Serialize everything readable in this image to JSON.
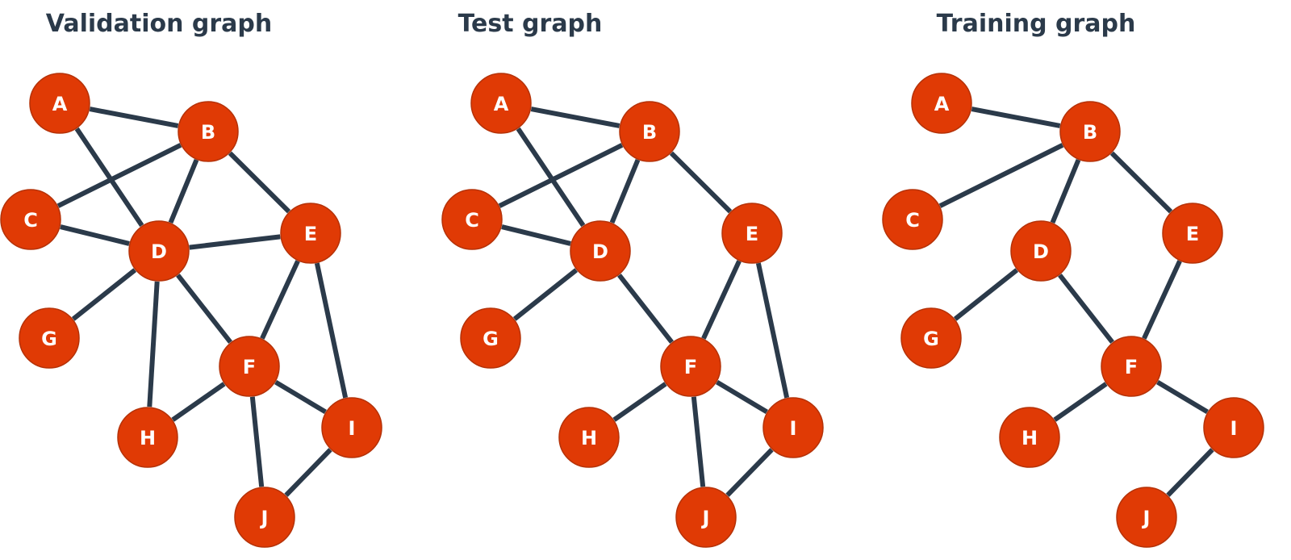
{
  "colors": {
    "node_fill": "#e03a05",
    "node_stroke": "#b53208",
    "edge": "#2b3a4a",
    "title": "#2b3a4a",
    "label": "#ffffff"
  },
  "graphs": [
    {
      "title": "Validation graph",
      "nodes": [
        "A",
        "B",
        "C",
        "D",
        "E",
        "F",
        "G",
        "H",
        "I",
        "J"
      ],
      "edges": [
        [
          "A",
          "B"
        ],
        [
          "A",
          "D"
        ],
        [
          "B",
          "C"
        ],
        [
          "B",
          "D"
        ],
        [
          "B",
          "E"
        ],
        [
          "C",
          "D"
        ],
        [
          "D",
          "E"
        ],
        [
          "D",
          "G"
        ],
        [
          "D",
          "F"
        ],
        [
          "D",
          "H"
        ],
        [
          "E",
          "F"
        ],
        [
          "E",
          "I"
        ],
        [
          "F",
          "H"
        ],
        [
          "F",
          "I"
        ],
        [
          "F",
          "J"
        ],
        [
          "I",
          "J"
        ]
      ]
    },
    {
      "title": "Test graph",
      "nodes": [
        "A",
        "B",
        "C",
        "D",
        "E",
        "F",
        "G",
        "H",
        "I",
        "J"
      ],
      "edges": [
        [
          "A",
          "B"
        ],
        [
          "A",
          "D"
        ],
        [
          "B",
          "C"
        ],
        [
          "B",
          "D"
        ],
        [
          "B",
          "E"
        ],
        [
          "C",
          "D"
        ],
        [
          "D",
          "G"
        ],
        [
          "D",
          "F"
        ],
        [
          "E",
          "F"
        ],
        [
          "E",
          "I"
        ],
        [
          "F",
          "H"
        ],
        [
          "F",
          "I"
        ],
        [
          "F",
          "J"
        ],
        [
          "I",
          "J"
        ]
      ]
    },
    {
      "title": "Training graph",
      "nodes": [
        "A",
        "B",
        "C",
        "D",
        "E",
        "F",
        "G",
        "H",
        "I",
        "J"
      ],
      "edges": [
        [
          "A",
          "B"
        ],
        [
          "B",
          "C"
        ],
        [
          "B",
          "D"
        ],
        [
          "B",
          "E"
        ],
        [
          "D",
          "G"
        ],
        [
          "D",
          "F"
        ],
        [
          "E",
          "F"
        ],
        [
          "F",
          "H"
        ],
        [
          "F",
          "I"
        ],
        [
          "I",
          "J"
        ]
      ]
    }
  ]
}
